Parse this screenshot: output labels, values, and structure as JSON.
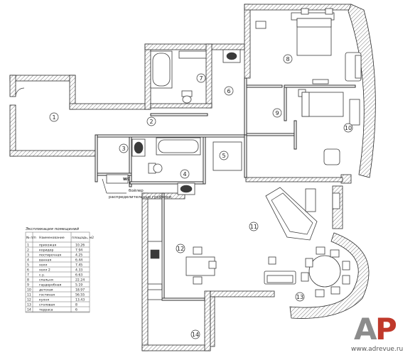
{
  "room_numbers": [
    "1",
    "2",
    "3",
    "4",
    "5",
    "6",
    "7",
    "8",
    "9",
    "10",
    "11",
    "12",
    "13",
    "14"
  ],
  "wc_label": "WC",
  "boiler_note": {
    "line1": "бойлер",
    "line2": "распределительные гребенки"
  },
  "legend": {
    "title": "Экспликация помещений",
    "headers": {
      "no": "№ п/п",
      "name": "Наименование",
      "area": "площадь, м2"
    },
    "rows": [
      {
        "no": "1",
        "name": "прихожая",
        "area": "10.26"
      },
      {
        "no": "2",
        "name": "коридор",
        "area": "7.94"
      },
      {
        "no": "3",
        "name": "постирочная",
        "area": "4.25"
      },
      {
        "no": "4",
        "name": "ванная",
        "area": "6.44"
      },
      {
        "no": "5",
        "name": "холл",
        "area": "7.45"
      },
      {
        "no": "6",
        "name": "холл 2",
        "area": "4.33"
      },
      {
        "no": "7",
        "name": "с.у.",
        "area": "6.63"
      },
      {
        "no": "8",
        "name": "спальня",
        "area": "22.24"
      },
      {
        "no": "9",
        "name": "гардеробная",
        "area": "5.19"
      },
      {
        "no": "10",
        "name": "детская",
        "area": "18.97"
      },
      {
        "no": "11",
        "name": "гостиная",
        "area": "56.55"
      },
      {
        "no": "12",
        "name": "кухня",
        "area": "13.43"
      },
      {
        "no": "13",
        "name": "столовая",
        "area": "8"
      },
      {
        "no": "14",
        "name": "терраса",
        "area": "6"
      }
    ]
  },
  "logo": {
    "letter_a": "A",
    "letter_p": "P",
    "color_a": "#8c8c8c",
    "color_p": "#c0392b"
  },
  "watermark": "www.adrevue.ru"
}
